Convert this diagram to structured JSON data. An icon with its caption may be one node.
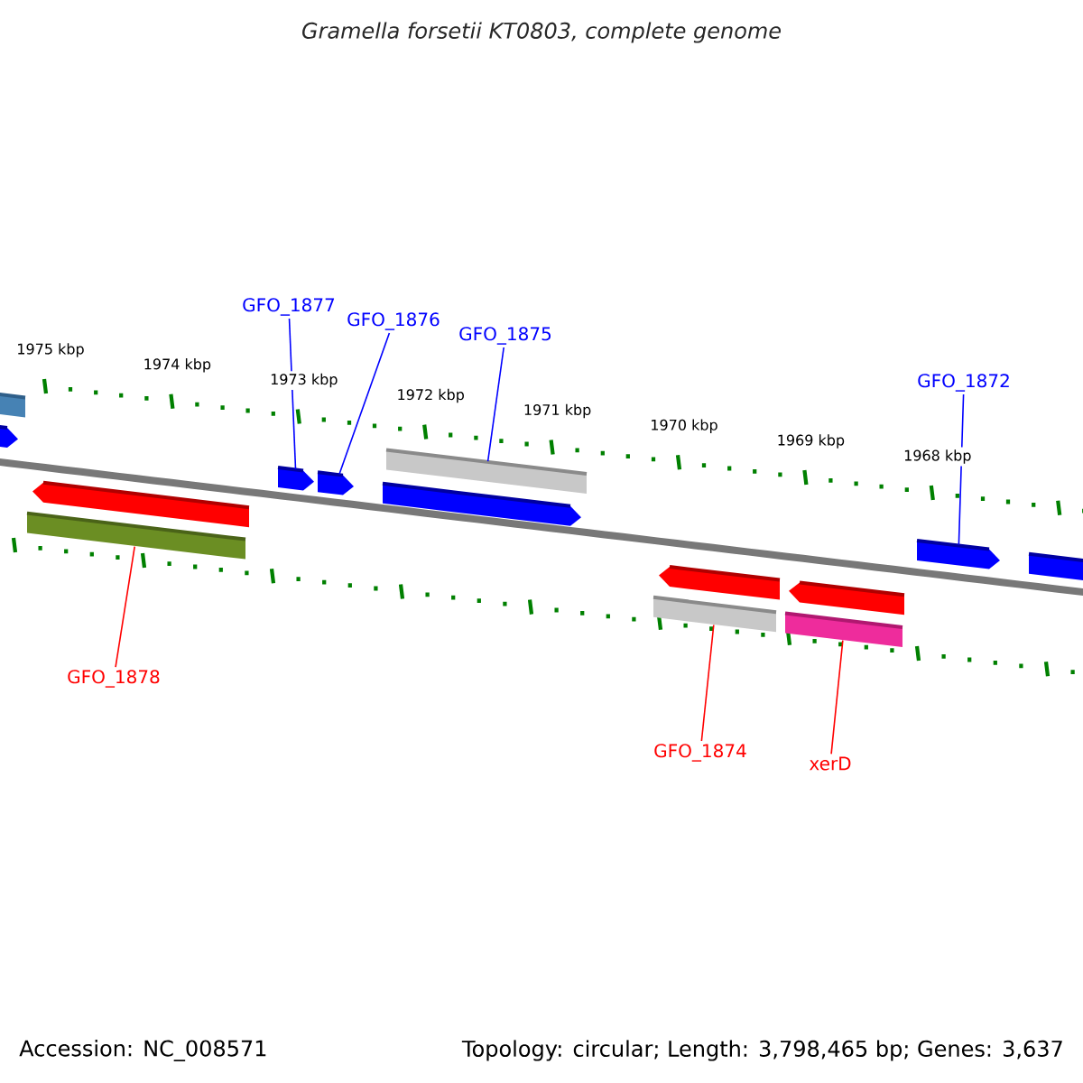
{
  "diagram": {
    "title": "Gramella forsetii KT0803, complete genome",
    "nodes": [
      {
        "text": [
          "GFO_1877"
        ]
      },
      {
        "text": [
          "GFO_1876"
        ]
      },
      {
        "text": [
          "GFO_1875"
        ]
      },
      {
        "text": [
          "GFO_1872"
        ]
      },
      {
        "text": [
          "GFO_1878"
        ]
      },
      {
        "text": [
          "GFO_1874"
        ]
      },
      {
        "text": [
          "xerD"
        ]
      },
      {
        "text": [],
        "shape": "arrow"
      },
      {
        "text": [],
        "shape": "arrow"
      },
      {
        "text": [],
        "shape": "bar"
      },
      {
        "text": [],
        "shape": "arrow"
      },
      {
        "text": [],
        "shape": "bar"
      },
      {
        "text": [],
        "shape": "bar"
      },
      {
        "text": [],
        "shape": "bar"
      }
    ],
    "edges": [
      {
        "from": 0,
        "to": 7,
        "arrow": "none",
        "color": "#0000ff"
      },
      {
        "from": 1,
        "to": 8,
        "arrow": "none",
        "color": "#0000ff"
      },
      {
        "from": 2,
        "to": 9,
        "arrow": "none",
        "color": "#0000ff"
      },
      {
        "from": 3,
        "to": 10,
        "arrow": "none",
        "color": "#0000ff"
      },
      {
        "from": 4,
        "to": 11,
        "arrow": "none",
        "color": "#ff0000"
      },
      {
        "from": 5,
        "to": 12,
        "arrow": "none",
        "color": "#ff0000"
      },
      {
        "from": 6,
        "to": 13,
        "arrow": "none",
        "color": "#ff0000"
      }
    ],
    "labels": [
      "1975 kbp",
      "1974 kbp",
      "1973 kbp",
      "1972 kbp",
      "1971 kbp",
      "1970 kbp",
      "1969 kbp",
      "1968 kbp",
      "Accession: NC_008571",
      "Topology: circular; Length: 3,798,465 bp; Genes: 3,637"
    ]
  }
}
